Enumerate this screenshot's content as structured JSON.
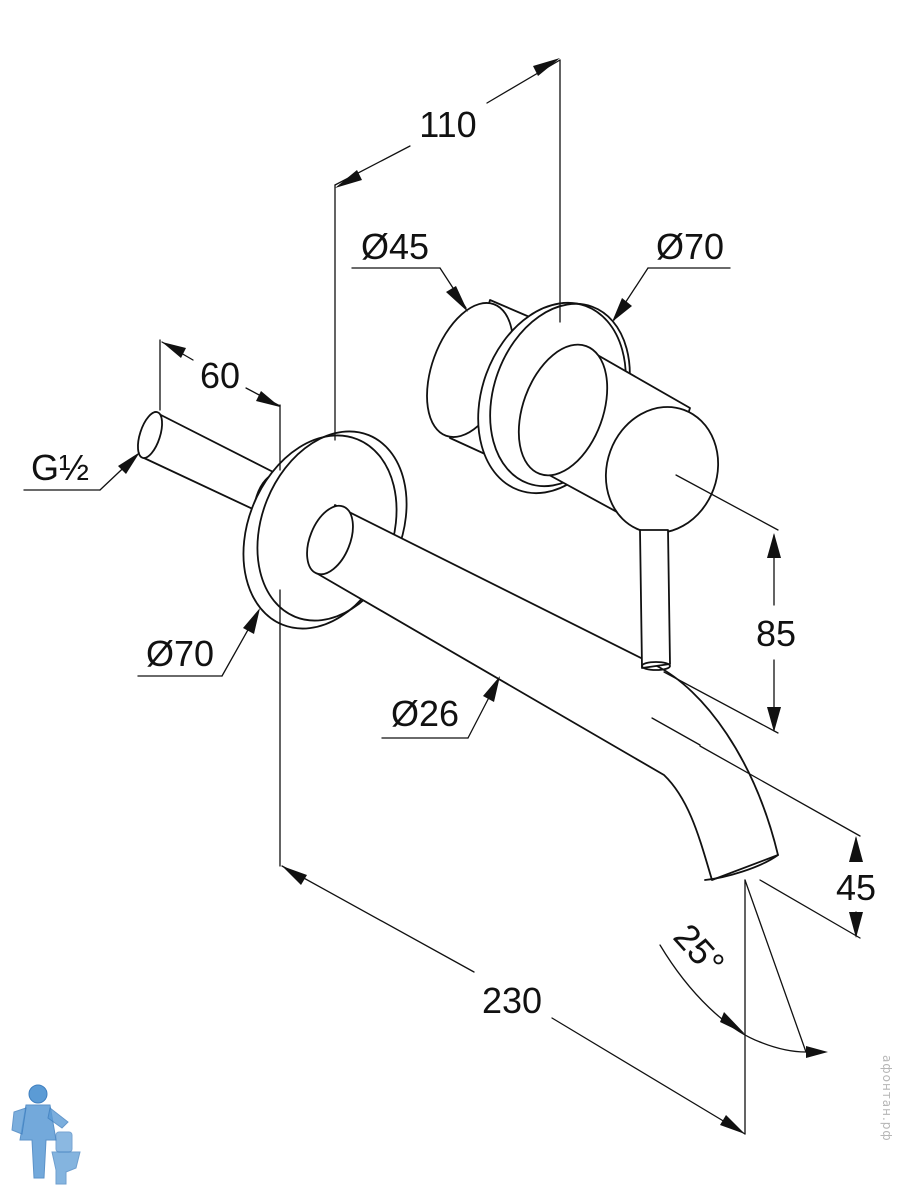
{
  "dimensions": {
    "width_110": "110",
    "dia_45": "Ø45",
    "dia_70_handle": "Ø70",
    "length_60": "60",
    "thread": "G½",
    "dia_70_spout": "Ø70",
    "dia_26": "Ø26",
    "height_85": "85",
    "height_45": "45",
    "angle_25": "25°",
    "length_230": "230"
  },
  "watermark": "афонтан.рф",
  "colors": {
    "line": "#111111",
    "mascot": "#5b9bd5",
    "watermark": "#b6b6b6"
  }
}
